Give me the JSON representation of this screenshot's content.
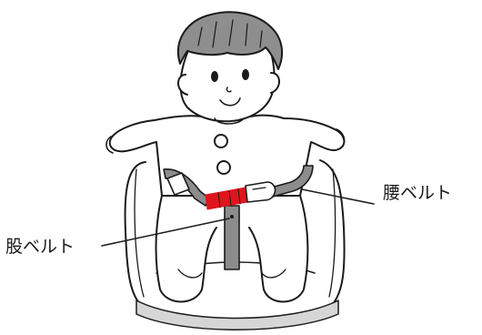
{
  "labels": {
    "waist_belt": "腰ベルト",
    "crotch_belt": "股ベルト"
  },
  "colors": {
    "line": "#1a1a1a",
    "hair": "#8e8e8e",
    "belt": "#8c8c8c",
    "strap_highlight": "#e0141c",
    "seat_shadow": "#d6d6d6",
    "background": "#ffffff"
  },
  "icons": {
    "child": "child-figure",
    "seat": "baby-seat",
    "buckle": "buckle-icon"
  }
}
